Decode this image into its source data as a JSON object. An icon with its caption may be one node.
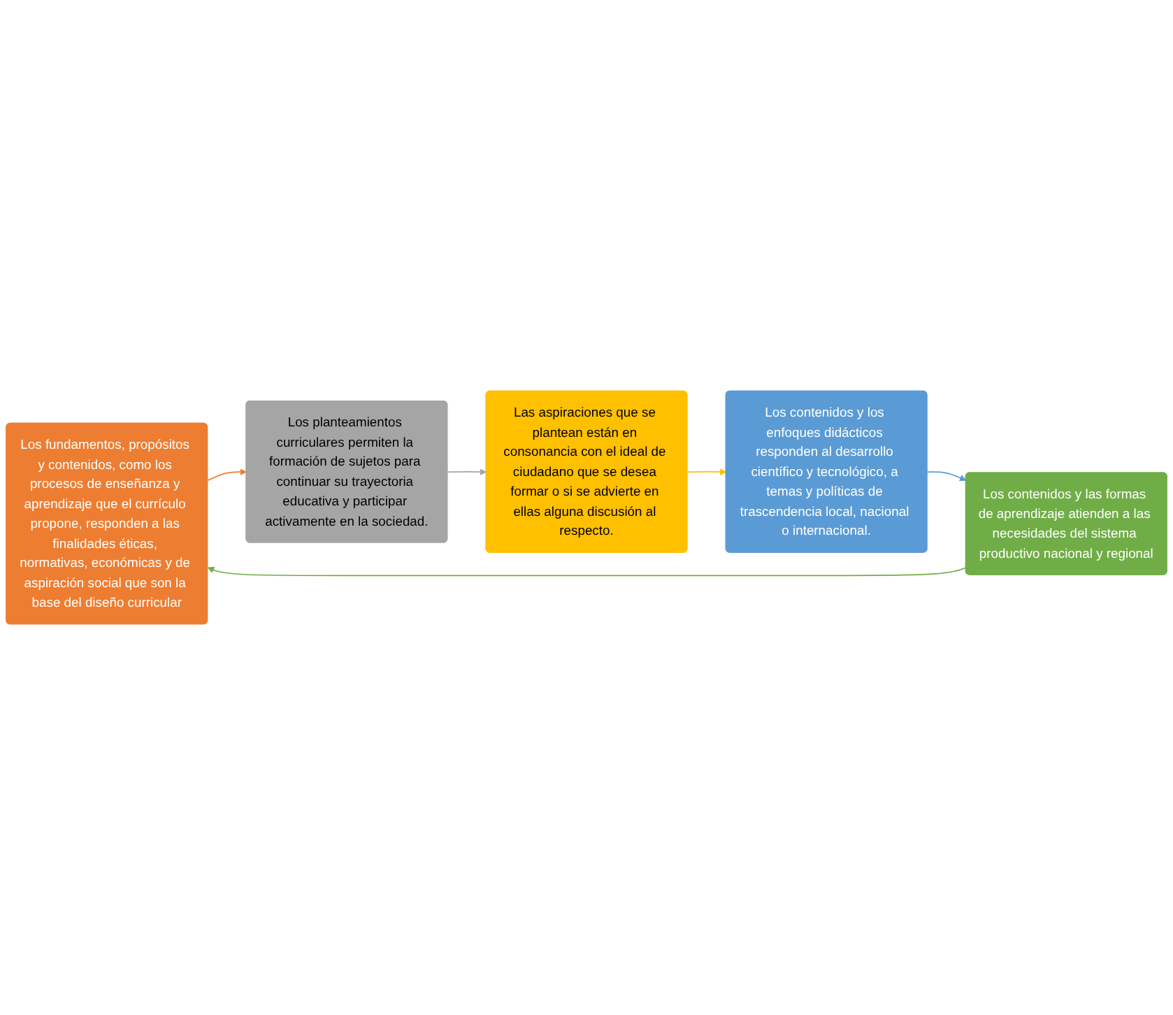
{
  "diagram": {
    "nodes": [
      {
        "text": [
          "Los fundamentos, propósitos y contenidos, como los procesos de enseñanza y aprendizaje que el currículo propone, responden a las finalidades éticas, normativas, económicas y de aspiración social que son la base del diseño curricular"
        ]
      },
      {
        "text": [
          "Los planteamientos curriculares permiten la formación de sujetos para continuar su trayectoria educativa y participar activamente en la sociedad."
        ]
      },
      {
        "text": [
          "Las aspiraciones que se plantean están en consonancia con el ideal de ciudadano que se desea formar o si se advierte en ellas alguna discusión al respecto."
        ]
      },
      {
        "text": [
          "Los contenidos y los enfoques didácticos responden al desarrollo científico y tecnológico, a temas y políticas de trascendencia local, nacional o internacional."
        ]
      },
      {
        "text": [
          "Los contenidos y las formas de aprendizaje atienden a las necesidades del sistema productivo nacional y regional"
        ]
      }
    ],
    "edges": [
      {
        "from": 0,
        "to": 1,
        "arrow": "to",
        "color": "#ed7d31"
      },
      {
        "from": 1,
        "to": 2,
        "arrow": "to",
        "color": "#a5a5a5"
      },
      {
        "from": 2,
        "to": 3,
        "arrow": "to",
        "color": "#ffc000"
      },
      {
        "from": 3,
        "to": 4,
        "arrow": "to",
        "color": "#5b9bd5"
      },
      {
        "from": 4,
        "to": 0,
        "arrow": "to",
        "color": "#70ad47"
      }
    ]
  }
}
